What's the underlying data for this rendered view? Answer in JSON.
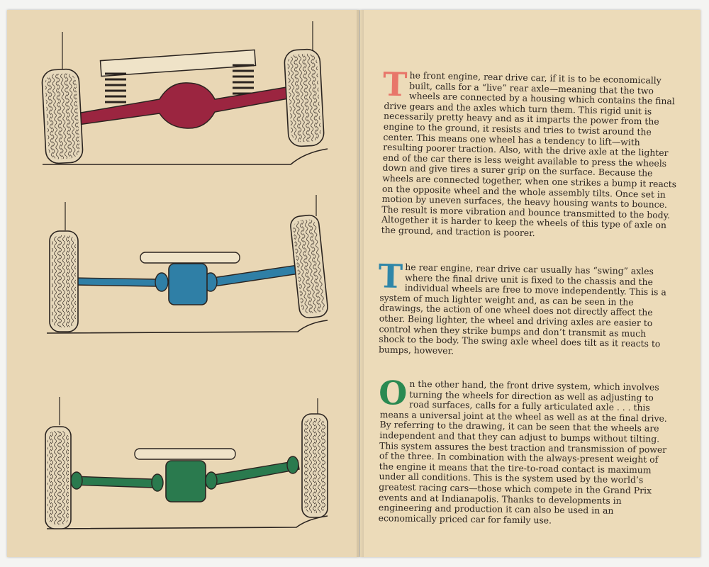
{
  "colors": {
    "paper": "#e9d7b5",
    "ink": "#2b2420",
    "live_axle": "#9b2540",
    "swing_axle": "#2f7fa6",
    "front_drive": "#2a7a4e",
    "dropcap_t1": "#e8766a",
    "dropcap_t2": "#2f86a8",
    "dropcap_o": "#2a8a52"
  },
  "diagrams": [
    {
      "name": "live-rear-axle",
      "icon": "live-axle-drawing"
    },
    {
      "name": "swing-axle",
      "icon": "swing-axle-drawing"
    },
    {
      "name": "front-drive-axle",
      "icon": "front-drive-drawing"
    }
  ],
  "paragraphs": [
    {
      "dropcap": "T",
      "text": "he front engine, rear drive car, if it is to be economically built, calls for a “live” rear axle—meaning that the two wheels are connected by a housing which contains the final drive gears and the axles which turn them. This rigid unit is necessarily pretty heavy and as it imparts the power from the engine to the ground, it resists and tries to twist around the center. This means one wheel has a tendency to lift—with resulting poorer traction. Also, with the drive axle at the lighter end of the car there is less weight available to press the wheels down and give tires a surer grip on the surface. Because the wheels are connected together, when one strikes a bump it reacts on the opposite wheel and the whole assembly tilts. Once set in motion by uneven surfaces, the heavy housing wants to bounce. The result is more vibration and bounce transmitted to the body. Altogether it is harder to keep the wheels of this type of axle on the ground, and traction is poorer."
    },
    {
      "dropcap": "T",
      "text": "he rear engine, rear drive car usually has “swing” axles where the final drive unit is fixed to the chassis and the individual wheels are free to move independently. This is a system of much lighter weight and, as can be seen in the drawings, the action of one wheel does not directly affect the other. Being lighter, the wheel and driving axles are easier to control when they strike bumps and don’t transmit as much shock to the body. The swing axle wheel does tilt as it reacts to bumps, however."
    },
    {
      "dropcap": "O",
      "text": "n the other hand, the front drive system, which involves turning the wheels for direction as well as adjusting to road surfaces, calls for a fully articulated axle . . . this means a universal joint at the wheel as well as at the final drive. By referring to the drawing, it can be seen that the wheels are independent and that they can adjust to bumps without tilting. This system assures the best traction and transmission of power of the three. In combination with the always-present weight of the engine it means that the tire-to-road contact is maximum under all conditions. This is the system used by the world’s greatest racing cars—those which compete in the Grand Prix events and at Indianapolis. Thanks to developments in engineering and production it can also be used in an economically priced car for family use."
    }
  ]
}
